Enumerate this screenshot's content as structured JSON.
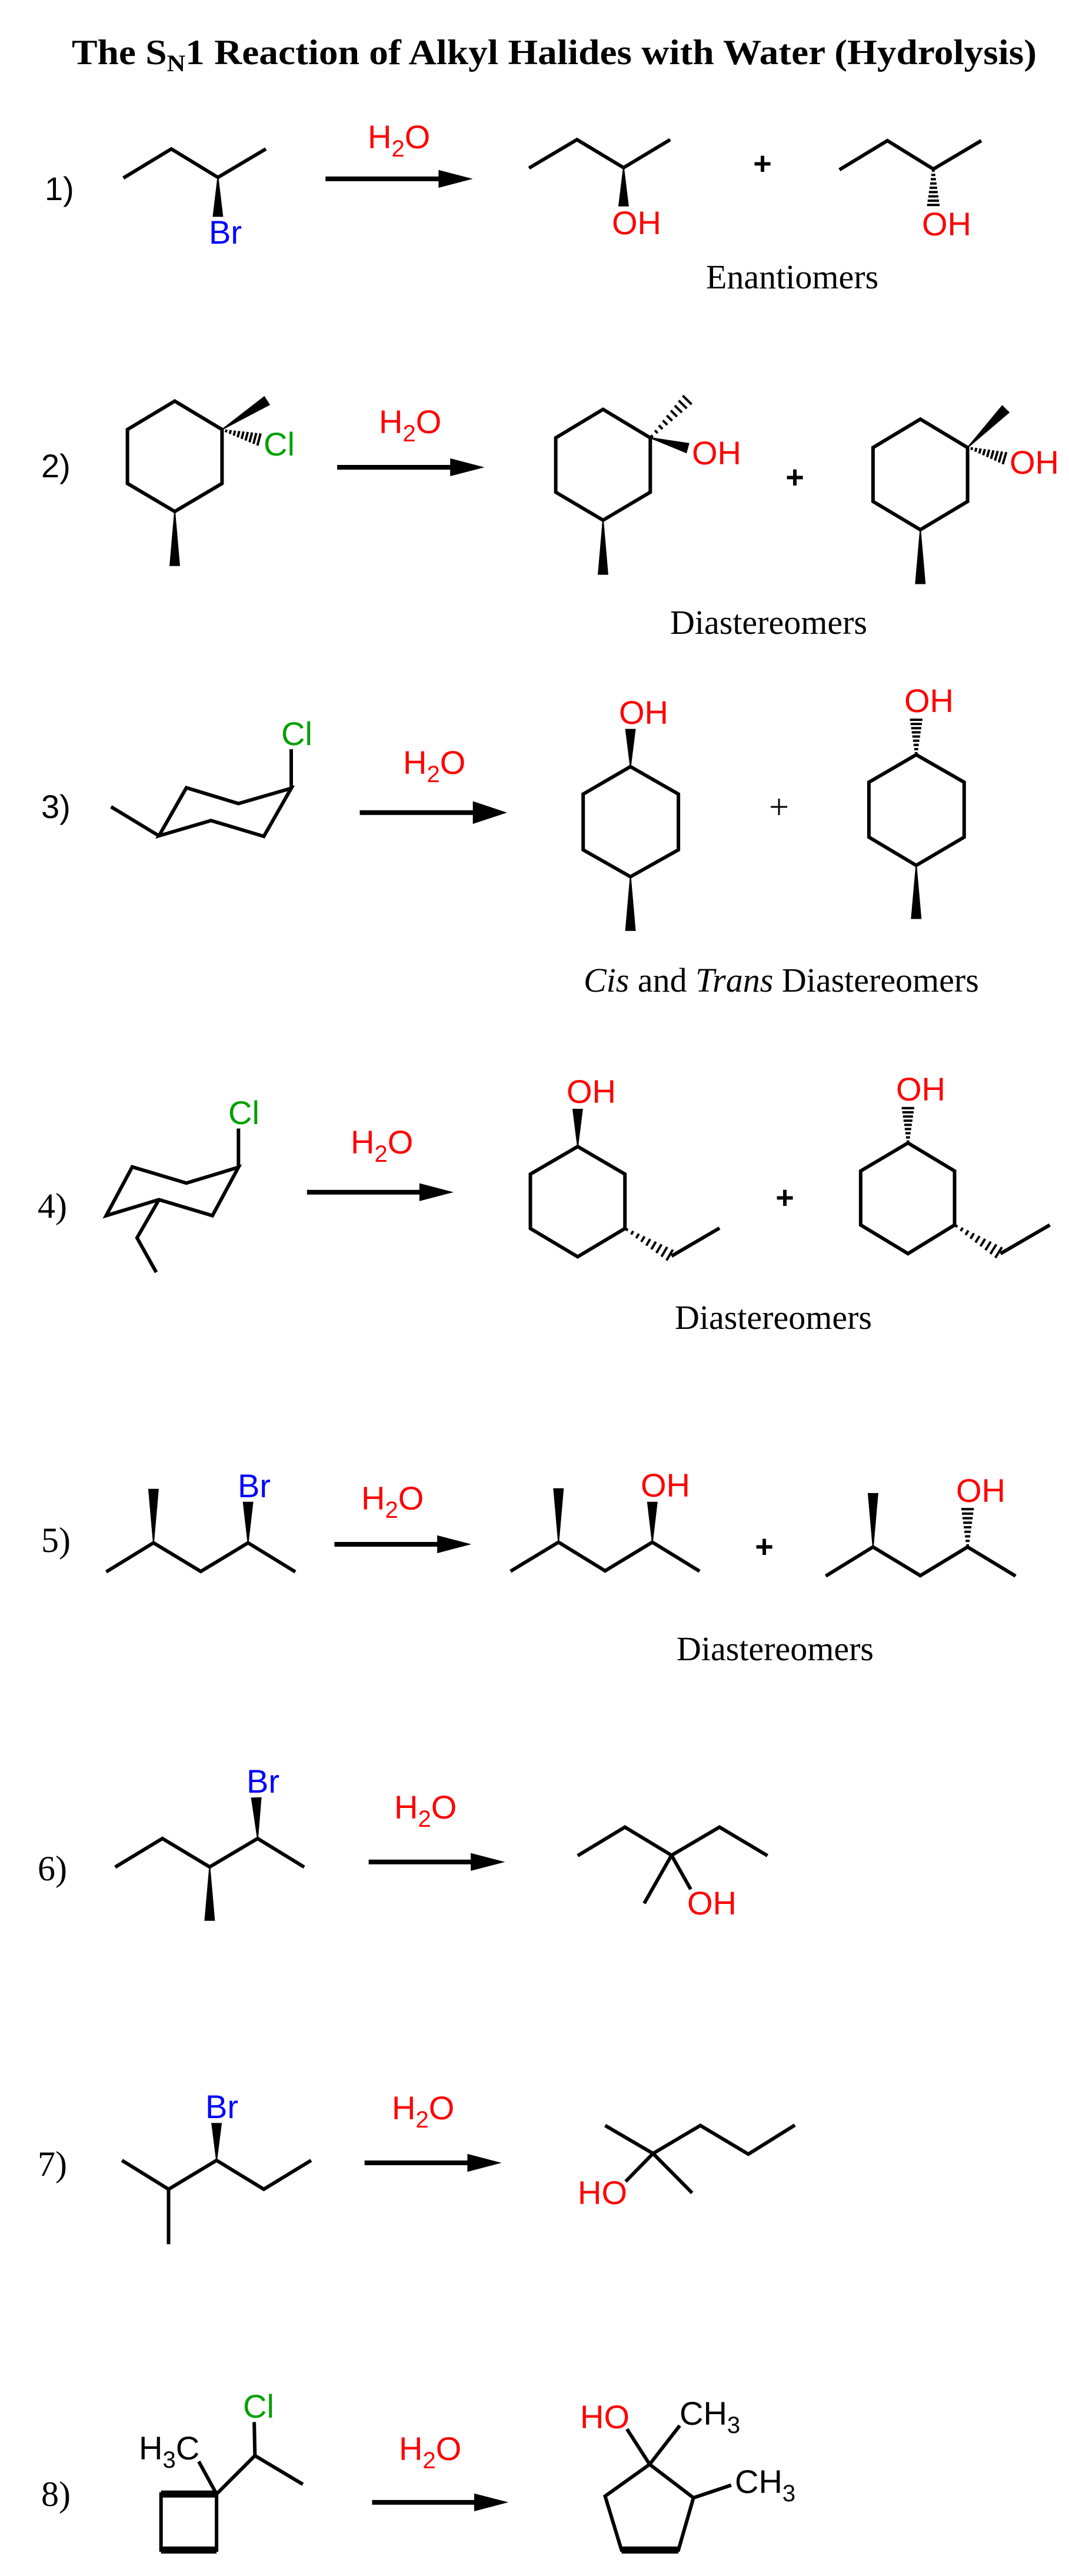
{
  "title": {
    "prefix": "The S",
    "subscript": "N",
    "suffix": "1 Reaction of Alkyl Halides with Water (Hydrolysis)"
  },
  "reagent": {
    "h": "H",
    "sub": "2",
    "o": "O"
  },
  "plus": "+",
  "colors": {
    "bromine": "#0000ff",
    "chlorine": "#00a000",
    "oxygen": "#ff0000",
    "carbon": "#000000"
  },
  "reactions": [
    {
      "label": "1)",
      "leaving_group": "Br",
      "products": [
        "OH",
        "OH"
      ],
      "caption": "Enantiomers"
    },
    {
      "label": "2)",
      "leaving_group": "Cl",
      "products": [
        "OH",
        "OH"
      ],
      "caption": "Diastereomers"
    },
    {
      "label": "3)",
      "leaving_group": "Cl",
      "products": [
        "OH",
        "OH"
      ],
      "caption_parts": {
        "cis": "Cis",
        "and": " and ",
        "trans": "Trans",
        "rest": " Diastereomers"
      }
    },
    {
      "label": "4)",
      "leaving_group": "Cl",
      "products": [
        "OH",
        "OH"
      ],
      "caption": "Diastereomers"
    },
    {
      "label": "5)",
      "leaving_group": "Br",
      "products": [
        "OH",
        "OH"
      ],
      "caption": "Diastereomers"
    },
    {
      "label": "6)",
      "leaving_group": "Br",
      "products": [
        "OH"
      ]
    },
    {
      "label": "7)",
      "leaving_group": "Br",
      "products": [
        "HO"
      ]
    },
    {
      "label": "8)",
      "leaving_group": "Cl",
      "substituent": {
        "h": "H",
        "sub": "3",
        "c": "C"
      },
      "products": [
        "HO"
      ],
      "methyl": {
        "c": "CH",
        "sub": "3"
      }
    }
  ]
}
